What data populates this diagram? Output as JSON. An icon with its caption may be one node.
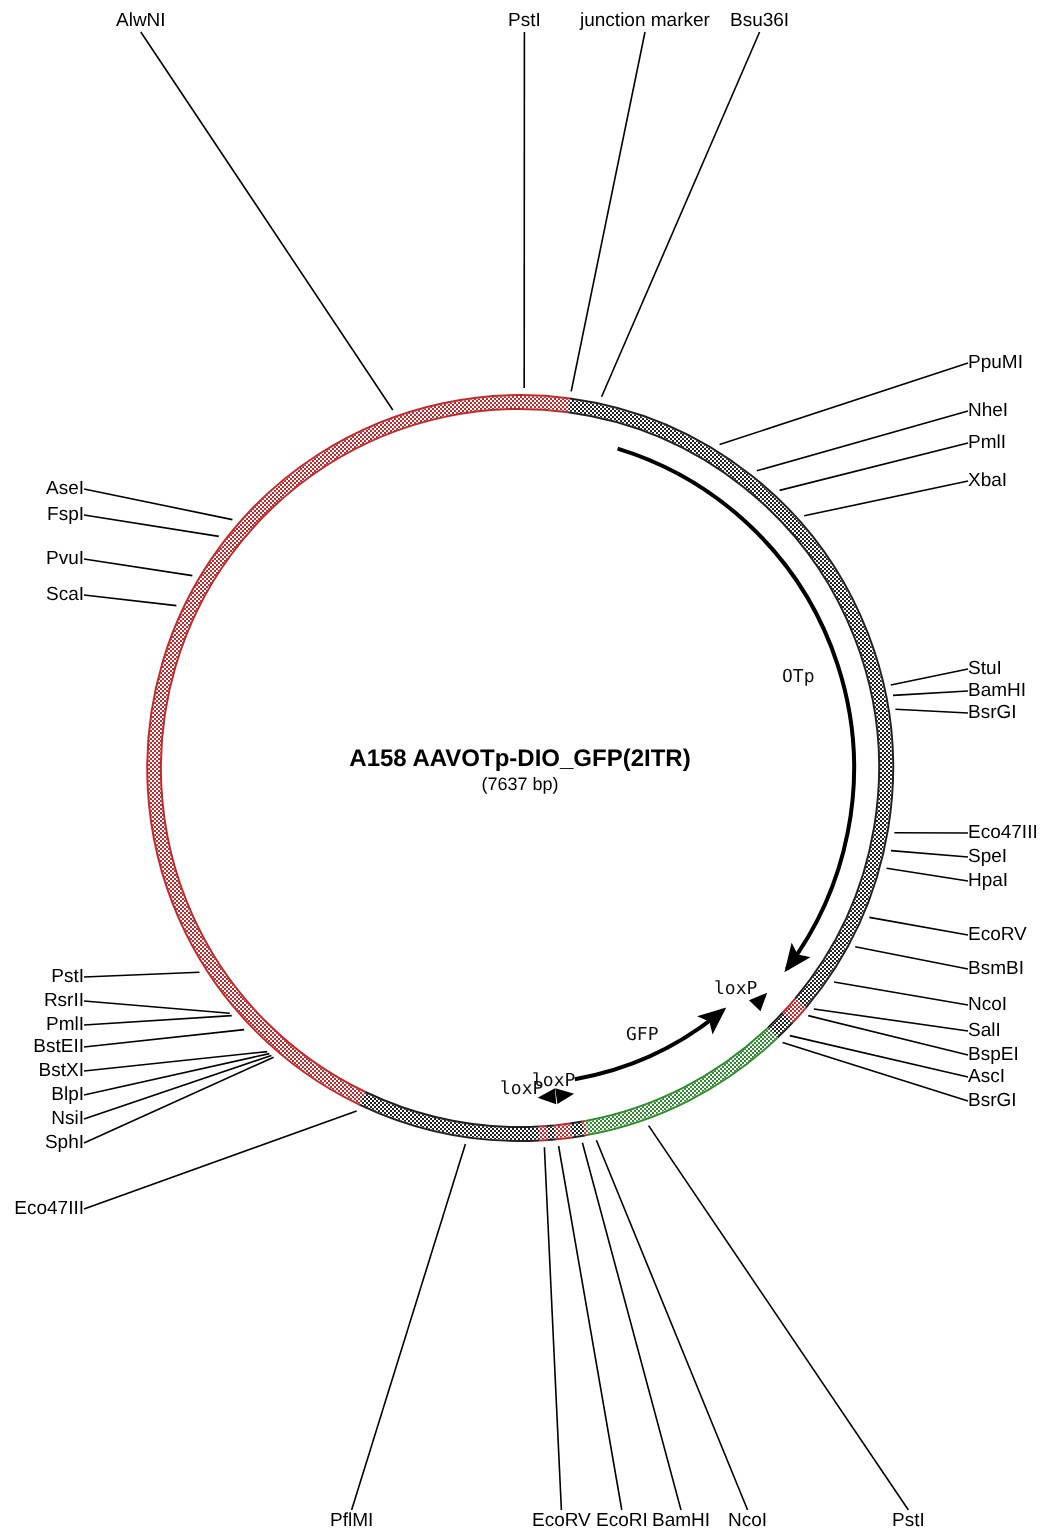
{
  "diagram": {
    "title": "A158 AAVOTp-DIO_GFP(2ITR)",
    "caption": "(7637 bp)",
    "nodes": [
      {
        "text": [
          "AlwNI"
        ]
      },
      {
        "text": [
          "PstI"
        ]
      },
      {
        "text": [
          "junction marker"
        ]
      },
      {
        "text": [
          "Bsu36I"
        ]
      },
      {
        "text": [
          "PpuMI"
        ]
      },
      {
        "text": [
          "NheI"
        ]
      },
      {
        "text": [
          "PmlI"
        ]
      },
      {
        "text": [
          "XbaI"
        ]
      },
      {
        "text": [
          "StuI"
        ]
      },
      {
        "text": [
          "BamHI"
        ]
      },
      {
        "text": [
          "BsrGI"
        ]
      },
      {
        "text": [
          "Eco47III"
        ]
      },
      {
        "text": [
          "SpeI"
        ]
      },
      {
        "text": [
          "HpaI"
        ]
      },
      {
        "text": [
          "EcoRV"
        ]
      },
      {
        "text": [
          "BsmBI"
        ]
      },
      {
        "text": [
          "NcoI"
        ]
      },
      {
        "text": [
          "SalI"
        ]
      },
      {
        "text": [
          "BspEI"
        ]
      },
      {
        "text": [
          "AscI"
        ]
      },
      {
        "text": [
          "BsrGI"
        ]
      },
      {
        "text": [
          "PflMI"
        ]
      },
      {
        "text": [
          "EcoRV"
        ]
      },
      {
        "text": [
          "EcoRI"
        ]
      },
      {
        "text": [
          "BamHI"
        ]
      },
      {
        "text": [
          "NcoI"
        ]
      },
      {
        "text": [
          "PstI"
        ]
      },
      {
        "text": [
          "AseI"
        ]
      },
      {
        "text": [
          "FspI"
        ]
      },
      {
        "text": [
          "PvuI"
        ]
      },
      {
        "text": [
          "ScaI"
        ]
      },
      {
        "text": [
          "PstI"
        ]
      },
      {
        "text": [
          "RsrII"
        ]
      },
      {
        "text": [
          "PmlI"
        ]
      },
      {
        "text": [
          "BstEII"
        ]
      },
      {
        "text": [
          "BstXI"
        ]
      },
      {
        "text": [
          "BlpI"
        ]
      },
      {
        "text": [
          "NsiI"
        ]
      },
      {
        "text": [
          "SphI"
        ]
      },
      {
        "text": [
          "Eco47III"
        ]
      }
    ],
    "edges": [
      {
        "from": 0,
        "to": null,
        "arrow": "none"
      },
      {
        "from": 1,
        "to": null,
        "arrow": "none"
      },
      {
        "from": 2,
        "to": null,
        "arrow": "none"
      },
      {
        "from": 3,
        "to": null,
        "arrow": "none"
      },
      {
        "from": 4,
        "to": null,
        "arrow": "none"
      },
      {
        "from": 5,
        "to": null,
        "arrow": "none"
      },
      {
        "from": 6,
        "to": null,
        "arrow": "none"
      },
      {
        "from": 7,
        "to": null,
        "arrow": "none"
      },
      {
        "from": 8,
        "to": null,
        "arrow": "none"
      },
      {
        "from": 9,
        "to": null,
        "arrow": "none"
      },
      {
        "from": 10,
        "to": null,
        "arrow": "none"
      },
      {
        "from": 11,
        "to": null,
        "arrow": "none"
      },
      {
        "from": 12,
        "to": null,
        "arrow": "none"
      },
      {
        "from": 13,
        "to": null,
        "arrow": "none"
      },
      {
        "from": 14,
        "to": null,
        "arrow": "none"
      },
      {
        "from": 15,
        "to": null,
        "arrow": "none"
      },
      {
        "from": 16,
        "to": null,
        "arrow": "none"
      },
      {
        "from": 17,
        "to": null,
        "arrow": "none"
      },
      {
        "from": 18,
        "to": null,
        "arrow": "none"
      },
      {
        "from": 19,
        "to": null,
        "arrow": "none"
      },
      {
        "from": 20,
        "to": null,
        "arrow": "none"
      },
      {
        "from": 21,
        "to": null,
        "arrow": "none"
      },
      {
        "from": 22,
        "to": null,
        "arrow": "none"
      },
      {
        "from": 23,
        "to": null,
        "arrow": "none"
      },
      {
        "from": 24,
        "to": null,
        "arrow": "none"
      },
      {
        "from": 25,
        "to": null,
        "arrow": "none"
      },
      {
        "from": 26,
        "to": null,
        "arrow": "none"
      },
      {
        "from": 27,
        "to": null,
        "arrow": "none"
      },
      {
        "from": 28,
        "to": null,
        "arrow": "none"
      },
      {
        "from": 29,
        "to": null,
        "arrow": "none"
      },
      {
        "from": 30,
        "to": null,
        "arrow": "none"
      },
      {
        "from": 31,
        "to": null,
        "arrow": "none"
      },
      {
        "from": 32,
        "to": null,
        "arrow": "none"
      },
      {
        "from": 33,
        "to": null,
        "arrow": "none"
      },
      {
        "from": 34,
        "to": null,
        "arrow": "none"
      },
      {
        "from": 35,
        "to": null,
        "arrow": "none"
      },
      {
        "from": 36,
        "to": null,
        "arrow": "none"
      },
      {
        "from": 37,
        "to": null,
        "arrow": "none"
      },
      {
        "from": 38,
        "to": null,
        "arrow": "none"
      },
      {
        "from": 39,
        "to": null,
        "arrow": "none"
      }
    ],
    "labels": [
      "OTp",
      "loxP",
      "GFP",
      "loxP",
      "loxP"
    ]
  }
}
